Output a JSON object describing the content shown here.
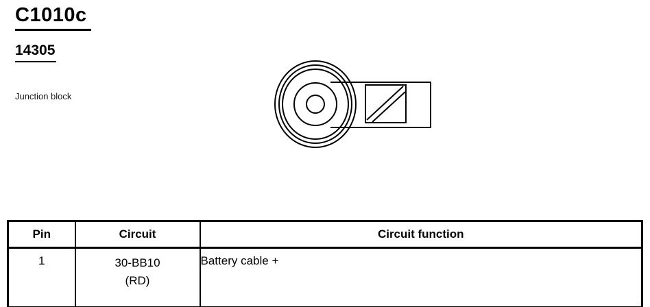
{
  "header": {
    "connector_id": "C1010c",
    "part_number": "14305",
    "description": "Junction block"
  },
  "diagram": {
    "name": "ring-terminal-connector"
  },
  "table": {
    "columns": [
      "Pin",
      "Circuit",
      "Circuit function"
    ],
    "rows": [
      {
        "pin": "1",
        "circuit_line1": "30-BB10",
        "circuit_line2": "(RD)",
        "function": "Battery cable +"
      }
    ]
  }
}
